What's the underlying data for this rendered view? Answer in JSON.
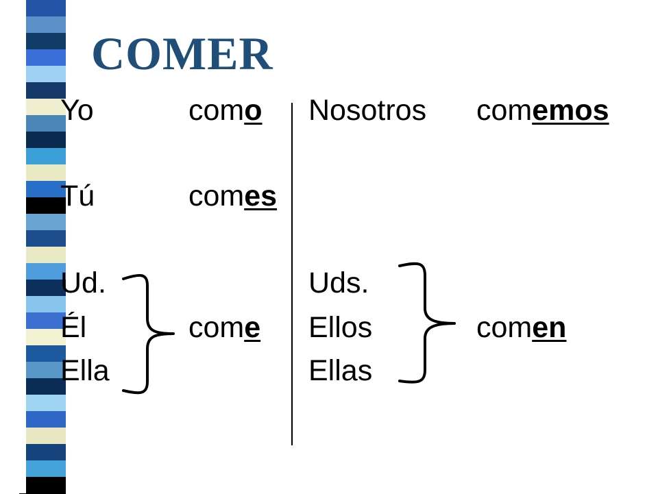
{
  "slide": {
    "title": "COMER",
    "watermark_lines": [
      "",
      "",
      ""
    ]
  },
  "colors": {
    "title": "#1f4e79",
    "strip": [
      "#2255a5",
      "#5b8fc7",
      "#123c68",
      "#3a6ed8",
      "#9fd1f5",
      "#15396a",
      "#f0efcf",
      "#4a86b8",
      "#0a2a50",
      "#3ca0d8",
      "#e9eac4",
      "#2a6fc8",
      "#000000",
      "#6aa4d2",
      "#1c4c8c",
      "#eae9c6",
      "#4f9ddc",
      "#0d2f5c",
      "#89c6ee",
      "#3b6fd0",
      "#f2f1d2",
      "#1e5aa0",
      "#5a97c9",
      "#0b2c55",
      "#9fd4f3",
      "#2f67c6",
      "#e8e7c2",
      "#16427c",
      "#45a3dc",
      "#000000"
    ]
  },
  "conjugation": {
    "yo": {
      "pronoun": "Yo",
      "stem": "com",
      "ending": "o"
    },
    "tu": {
      "pronoun": "Tú",
      "stem": "com",
      "ending": "es"
    },
    "ud": {
      "pronoun": "Ud."
    },
    "el": {
      "pronoun": "Él",
      "stem": "com",
      "ending": "e"
    },
    "ella": {
      "pronoun": "Ella"
    },
    "nosotros": {
      "pronoun": "Nosotros",
      "stem": "com",
      "ending": "emos"
    },
    "uds": {
      "pronoun": "Uds."
    },
    "ellos": {
      "pronoun": "Ellos",
      "stem": "com",
      "ending": "en"
    },
    "ellas": {
      "pronoun": "Ellas"
    }
  }
}
